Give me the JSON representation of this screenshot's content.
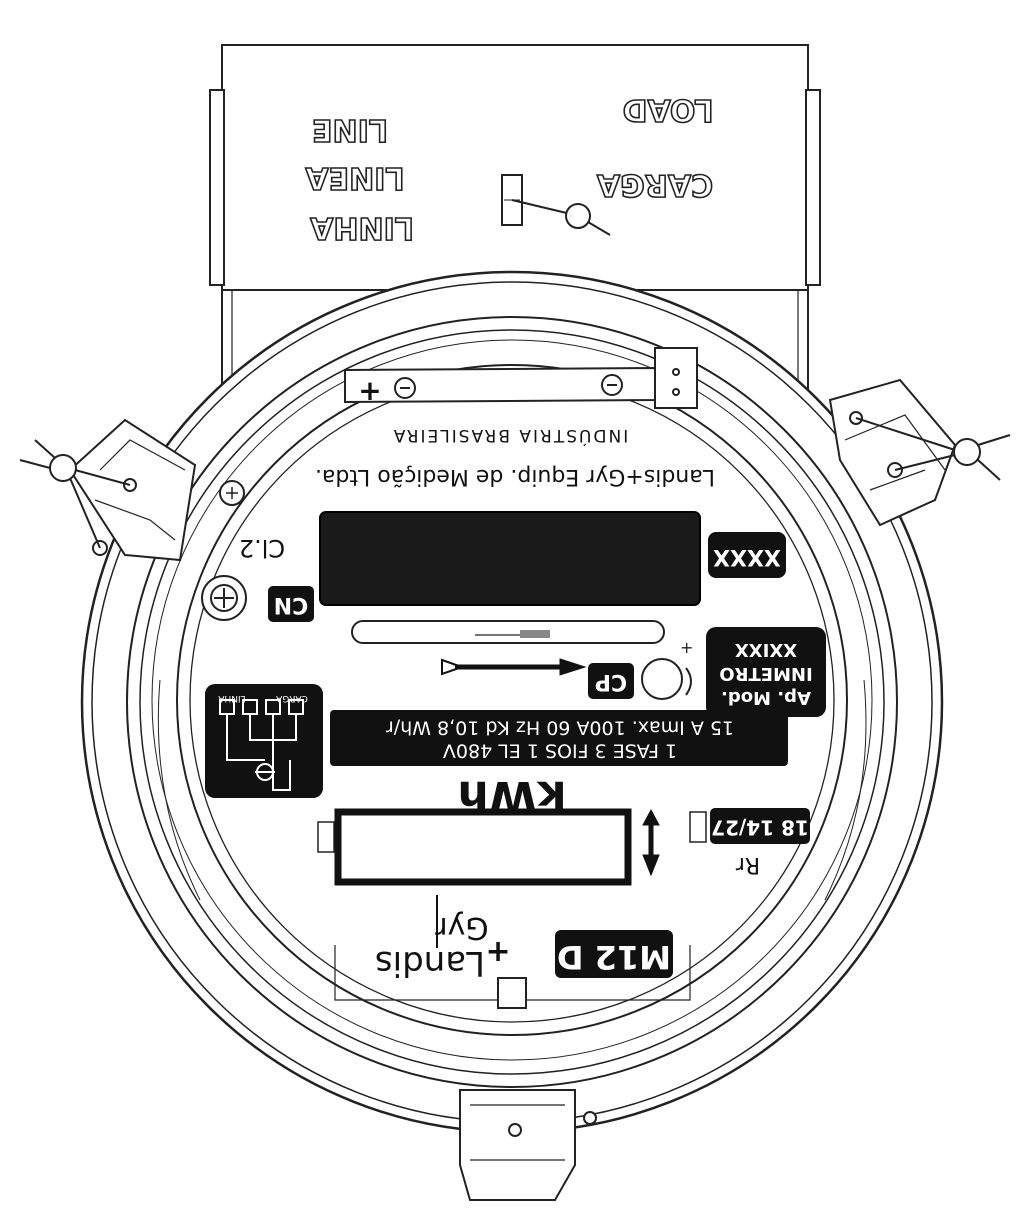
{
  "terminal_box": {
    "line_labels": [
      "LINE",
      "LINEA",
      "LINHA"
    ],
    "load_labels": [
      "LOAD",
      "CARGA"
    ]
  },
  "face": {
    "polarity_mark": "+",
    "origin": "INDÚSTRIA BRASILEIRA",
    "manufacturer": "Landis+Gyr Equip. de Medição Ltda.",
    "accuracy_class": "Cl.2",
    "cn_badge": "CN",
    "serial_badge": "XXXX",
    "cp_badge": "CP",
    "approval_line1": "Ap. Mod.",
    "approval_line2": "INMETRO",
    "approval_line3": "XXIXX",
    "ratings_line1": "15 A Imax. 100A 60 Hz Kd 10,8 Wh/r",
    "ratings_line2": "1 FASE 3 FIOS 1 EL 480V",
    "wiring_label_line": "LINHA",
    "wiring_label_load": "CARGA",
    "unit": "kWh",
    "register_ratio_label": "Rr",
    "register_ratio": "18 14/27",
    "brand_top": "Landis",
    "brand_plus": "+",
    "brand_bottom": "Gyr",
    "model_badge": "M12 D"
  }
}
